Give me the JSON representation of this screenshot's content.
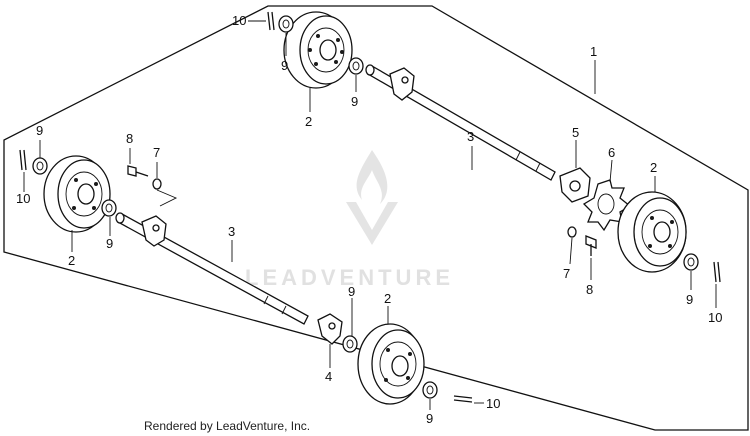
{
  "diagram": {
    "callouts": {
      "c1": "1",
      "c2a": "2",
      "c2b": "2",
      "c2c": "2",
      "c2d": "2",
      "c3a": "3",
      "c3b": "3",
      "c4": "4",
      "c5": "5",
      "c6": "6",
      "c7a": "7",
      "c7b": "7",
      "c8a": "8",
      "c8b": "8",
      "c9a": "9",
      "c9b": "9",
      "c9c": "9",
      "c9d": "9",
      "c9e": "9",
      "c9f": "9",
      "c10a": "10",
      "c10b": "10",
      "c10c": "10",
      "c10d": "10"
    },
    "watermark": "LEADVENTURE",
    "footer": "Rendered by LeadVenture, Inc.",
    "colors": {
      "line": "#111111",
      "watermark": "#c9c9c9",
      "background": "#ffffff"
    }
  }
}
